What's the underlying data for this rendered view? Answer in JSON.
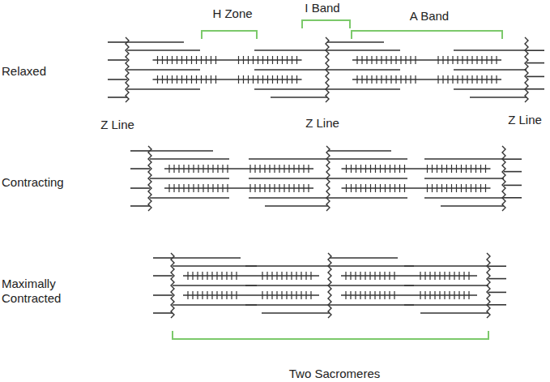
{
  "diagram": {
    "labels": [
      "H Zone",
      "I Band",
      "A Band",
      "Relaxed",
      "Z Line",
      "Z Line",
      "Z Line",
      "Contracting",
      "Maximally Contracted",
      "Two Sacromeres"
    ]
  }
}
